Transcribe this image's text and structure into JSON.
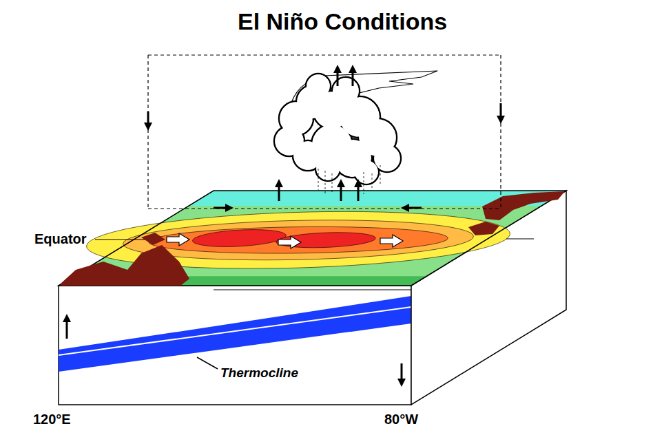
{
  "diagram": {
    "title": "El Niño Conditions",
    "labels": [
      "Equator",
      "Thermocline",
      "120°E",
      "80°W"
    ]
  }
}
